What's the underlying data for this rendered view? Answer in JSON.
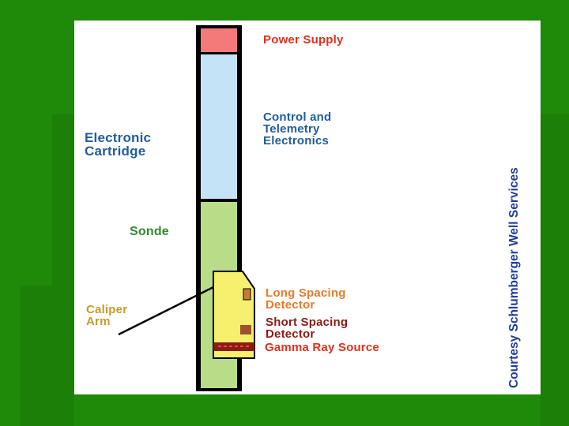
{
  "colors": {
    "background": "#1f8a0a",
    "panel": "#ffffff",
    "power_supply": "#f47a7a",
    "electronics": "#c5e3f6",
    "sonde": "#b8dc88",
    "detector_pad": "#f6f06e",
    "detector_mark": "#a0522d",
    "label_red": "#e0301e",
    "label_blue": "#1f5d9e",
    "label_green": "#2e8b2e",
    "label_orange": "#e97b2a",
    "label_tan": "#c79a2a",
    "label_maroon": "#8a1c14",
    "credit_blue": "#1e3c9a"
  },
  "labels": {
    "power_supply": "Power Supply",
    "control_telemetry": "Control and\nTelemetry\nElectronics",
    "electronic_cartridge": "Electronic\nCartridge",
    "sonde": "Sonde",
    "caliper_arm": "Caliper\nArm",
    "long_spacing": "Long Spacing\nDetector",
    "short_spacing": "Short Spacing\nDetector",
    "gamma_source": "Gamma Ray Source",
    "credit": "Courtesy Schlumberger Well Services"
  }
}
